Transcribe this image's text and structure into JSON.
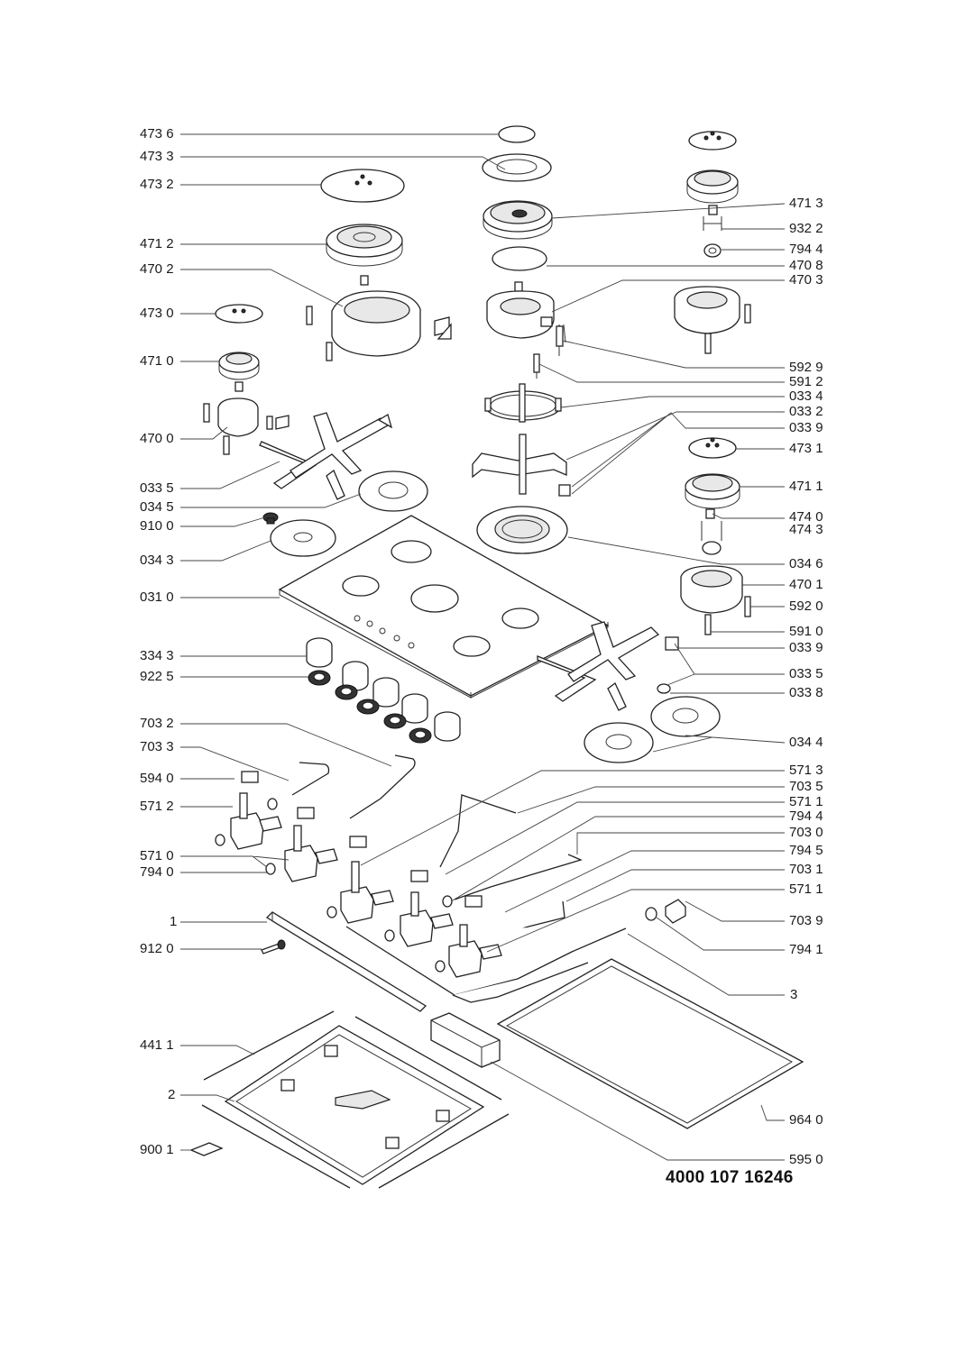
{
  "diagram": {
    "document_number": "4000 107 16246",
    "left_labels": [
      "473 6",
      "473 3",
      "473 2",
      "471 2",
      "470 2",
      "473 0",
      "471 0",
      "470 0",
      "033 5",
      "034 5",
      "910 0",
      "034 3",
      "031 0",
      "334 3",
      "922 5",
      "703 2",
      "703 3",
      "594 0",
      "571 2",
      "571 0",
      "794 0",
      "1",
      "912 0",
      "441 1",
      "2",
      "900 1"
    ],
    "right_labels": [
      "471 3",
      "932 2",
      "794 4",
      "470 8",
      "470 3",
      "592 9",
      "591 2",
      "033 4",
      "033 2",
      "033 9",
      "473 1",
      "471 1",
      "474 0",
      "474 3",
      "034 6",
      "470 1",
      "592 0",
      "591 0",
      "033 9",
      "033 5",
      "033 8",
      "034 4",
      "571 3",
      "703 5",
      "571 1",
      "794 4",
      "703 0",
      "794 5",
      "703 1",
      "571 1",
      "703 9",
      "794 1",
      "3",
      "964 0",
      "595 0"
    ]
  }
}
